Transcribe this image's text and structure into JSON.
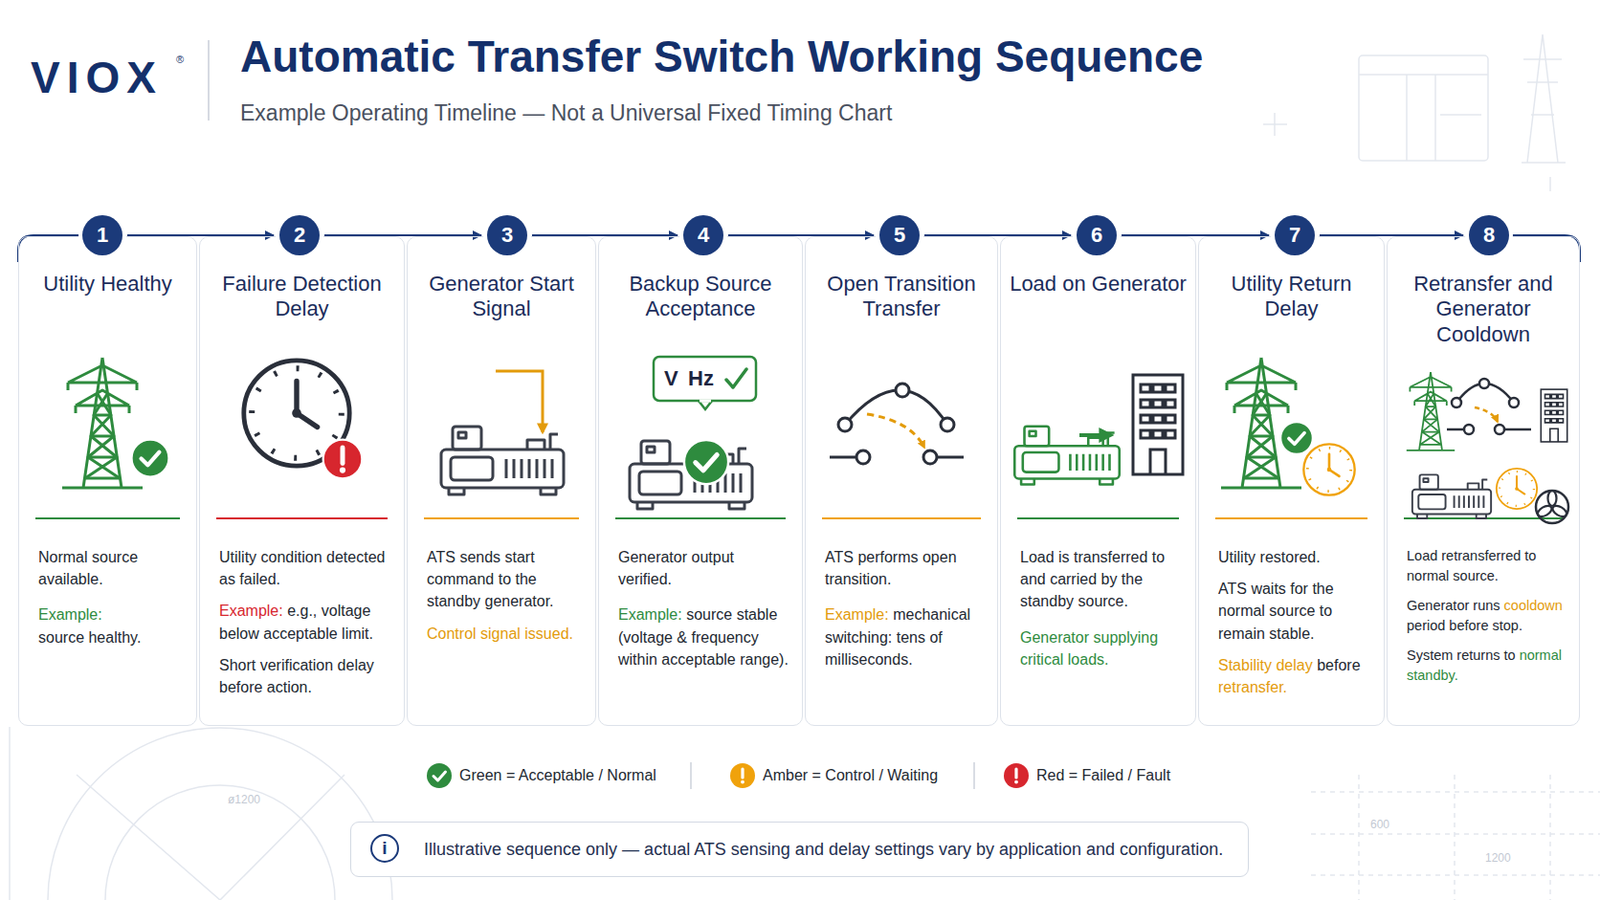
{
  "diagram": {
    "title": "Automatic Transfer Switch Working Sequence",
    "nodes": [
      {
        "text": [
          "1"
        ]
      },
      {
        "text": [
          "2"
        ]
      },
      {
        "text": [
          "3"
        ]
      },
      {
        "text": [
          "4"
        ]
      },
      {
        "text": [
          "5"
        ]
      },
      {
        "text": [
          "6"
        ]
      },
      {
        "text": [
          "7"
        ]
      },
      {
        "text": [
          "8"
        ]
      },
      {
        "text": [
          "Utility Healthy",
          "Normal source available.",
          "Example:",
          "source healthy."
        ]
      },
      {
        "text": [
          "Failure Detection Delay",
          "Utility condition detected as failed.",
          "Example:",
          "e.g., voltage below acceptable limit.",
          "Short verification delay before action."
        ]
      },
      {
        "text": [
          "Generator Start Signal",
          "ATS sends start command to the standby generator.",
          "Control signal issued."
        ]
      },
      {
        "text": [
          "Backup Source Acceptance",
          "Generator output verified.",
          "Example:",
          "source stable (voltage & frequency within acceptable range)."
        ]
      },
      {
        "text": [
          "Open Transition Transfer",
          "ATS performs open transition.",
          "Example:",
          "mechanical switching: tens of milliseconds."
        ]
      },
      {
        "text": [
          "Load on Generator",
          "Load is transferred to and carried by the standby source.",
          "Generator supplying critical loads."
        ]
      },
      {
        "text": [
          "Utility Return Delay",
          "Utility restored.",
          "ATS waits for the normal source to remain stable.",
          "Stability delay",
          "before",
          "retransfer."
        ]
      },
      {
        "text": [
          "Retransfer and Generator Cooldown",
          "Load retransferred to normal source.",
          "Generator runs",
          "cooldown",
          "period before stop.",
          "System returns to",
          "normal standby."
        ]
      },
      {
        "text": [
          "Illustrative sequence only — actual ATS sensing and delay settings vary by application and configuration."
        ]
      },
      {
        "text": [
          "i"
        ],
        "in": 16
      }
    ],
    "edges": [
      {
        "from": 0,
        "to": 1,
        "arrow": "to"
      },
      {
        "from": 1,
        "to": 2,
        "arrow": "to"
      },
      {
        "from": 2,
        "to": 3,
        "arrow": "to"
      },
      {
        "from": 3,
        "to": 4,
        "arrow": "to"
      },
      {
        "from": 4,
        "to": 5,
        "arrow": "to"
      },
      {
        "from": 5,
        "to": 6,
        "arrow": "to"
      },
      {
        "from": 6,
        "to": 7,
        "arrow": "to"
      }
    ],
    "labels": [
      "VIOX",
      "®",
      "Example Operating Timeline — Not a Universal Fixed Timing Chart",
      "V",
      "Hz",
      "ø1200",
      "600",
      "1200"
    ],
    "legend": [
      {
        "text": "Green = Acceptable / Normal",
        "color": "#2e8b3e"
      },
      {
        "text": "Amber = Control / Waiting",
        "color": "#f0a20c"
      },
      {
        "text": "Red = Failed / Fault",
        "color": "#d7262e"
      }
    ]
  }
}
